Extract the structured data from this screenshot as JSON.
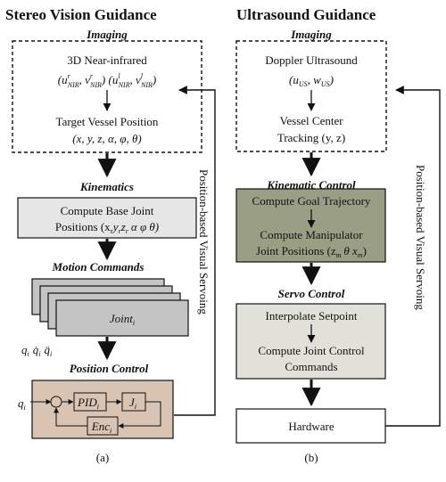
{
  "left": {
    "title": "Stereo Vision Guidance",
    "imaging_label": "Imaging",
    "nir_title": "3D Near-infrared",
    "nir_coords_a": "(u",
    "nir_coords_a_sup": "r",
    "nir_coords_a_sub": "NIR",
    "nir_coords_b": ", v",
    "nir_coords_b_sup": "r",
    "nir_coords_b_sub": "NIR",
    "nir_coords_c": ")  (u",
    "nir_coords_c_sup": "l",
    "nir_coords_c_sub": "NIR",
    "nir_coords_d": ", v",
    "nir_coords_d_sup": "l",
    "nir_coords_d_sub": "NIR",
    "nir_coords_e": ")",
    "target_title": "Target Vessel Position",
    "target_coords": "(x, y, z, α, φ, θ)",
    "kinematics_label": "Kinematics",
    "compute_base_line1": "Compute Base Joint",
    "compute_base_line2": "Positions (x",
    "compute_base_sub": "r",
    "compute_base_rest": "y",
    "compute_base_rest2": "z",
    "compute_base_tail": "α φ θ)",
    "motion_label": "Motion Commands",
    "joint_label": "Joint",
    "joint_sub": "i",
    "q_vector": "q",
    "q_sub": "i",
    "position_control_label": "Position Control",
    "pid_label": "PID",
    "pid_sub": "i",
    "j_label": "J",
    "j_sub": "i",
    "enc_label": "Enc",
    "enc_sub": "i",
    "qi_input": "q",
    "qi_input_sub": "i",
    "caption": "(a)",
    "feedback_label": "Position-based Visual Servoing"
  },
  "right": {
    "title": "Ultrasound Guidance",
    "imaging_label": "Imaging",
    "doppler_title": "Doppler Ultrasound",
    "doppler_u": "(u",
    "doppler_u_sub": "US",
    "doppler_w": ", w",
    "doppler_w_sub": "US",
    "doppler_close": ")",
    "vessel_line1": "Vessel Center",
    "vessel_line2": "Tracking (y, z)",
    "kinematic_label": "Kinematic Control",
    "goal_traj": "Compute Goal Trajectory",
    "manip_line1": "Compute Manipulator",
    "manip_line2": "Joint Positions (z",
    "manip_sub": "m",
    "manip_mid": "θ x",
    "manip_sub2": "m",
    "manip_close": ")",
    "servo_label": "Servo Control",
    "interp": "Interpolate Setpoint",
    "joint_ctrl_line1": "Compute Joint Control",
    "joint_ctrl_line2": "Commands",
    "hardware": "Hardware",
    "caption": "(b)",
    "feedback_label": "Position-based Visual Servoing"
  },
  "colors": {
    "kinematics_box": "#e6e6e6",
    "joint_box": "#c4c4c4",
    "position_control_box": "#d9c4b3",
    "kinematic_control_box": "#9a9e84",
    "servo_control_box": "#e1e1d8"
  }
}
